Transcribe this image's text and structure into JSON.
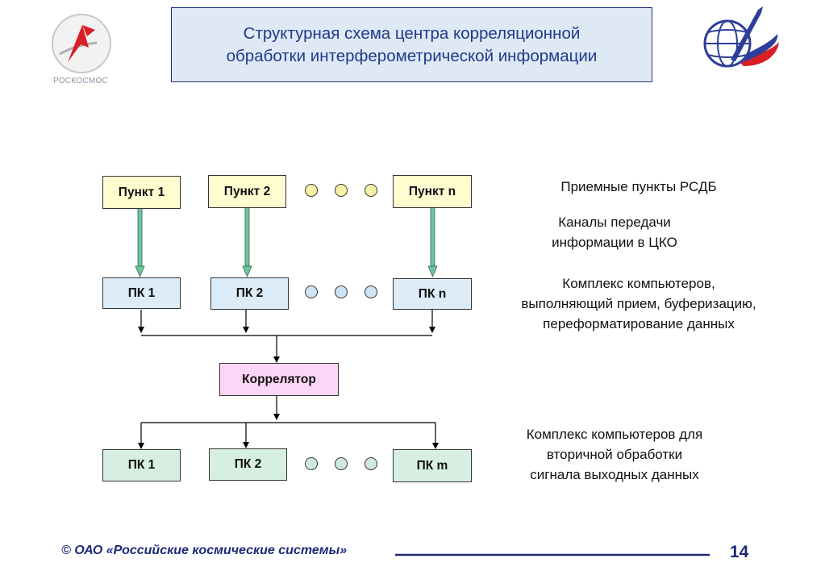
{
  "header": {
    "title_line1": "Структурная схема центра корреляционной",
    "title_line2": "обработки интерферометрической информации",
    "logo_left_text": "РОСКОСМОС"
  },
  "colors": {
    "title_bg": "#dfe8f5",
    "title_text": "#1f3a8a",
    "station_box": "#fffdd0",
    "receive_pc_box": "#dcecf8",
    "correlator_box": "#fcd6f6",
    "output_pc_box": "#d6efe2",
    "channel_arrow": "#6fc39e",
    "footer": "#1c2a78"
  },
  "diagram": {
    "stations": [
      "Пункт 1",
      "Пункт 2",
      "Пункт n"
    ],
    "receive_pcs": [
      "ПК 1",
      "ПК 2",
      "ПК n"
    ],
    "correlator": "Коррелятор",
    "output_pcs": [
      "ПК 1",
      "ПК 2",
      "ПК m"
    ]
  },
  "legend": {
    "stations": "Приемные пункты РСДБ",
    "channels_line1": "Каналы передачи",
    "channels_line2": "информации в ЦКО",
    "receive_pcs_line1": "Комплекс компьютеров,",
    "receive_pcs_line2": "выполняющий прием, буферизацию,",
    "receive_pcs_line3": "переформатирование данных",
    "output_pcs_line1": "Комплекс компьютеров для",
    "output_pcs_line2": "вторичной обработки",
    "output_pcs_line3": "сигнала выходных данных"
  },
  "footer": {
    "copyright": "© ОАО «Российские космические системы»",
    "page_number": "14"
  }
}
